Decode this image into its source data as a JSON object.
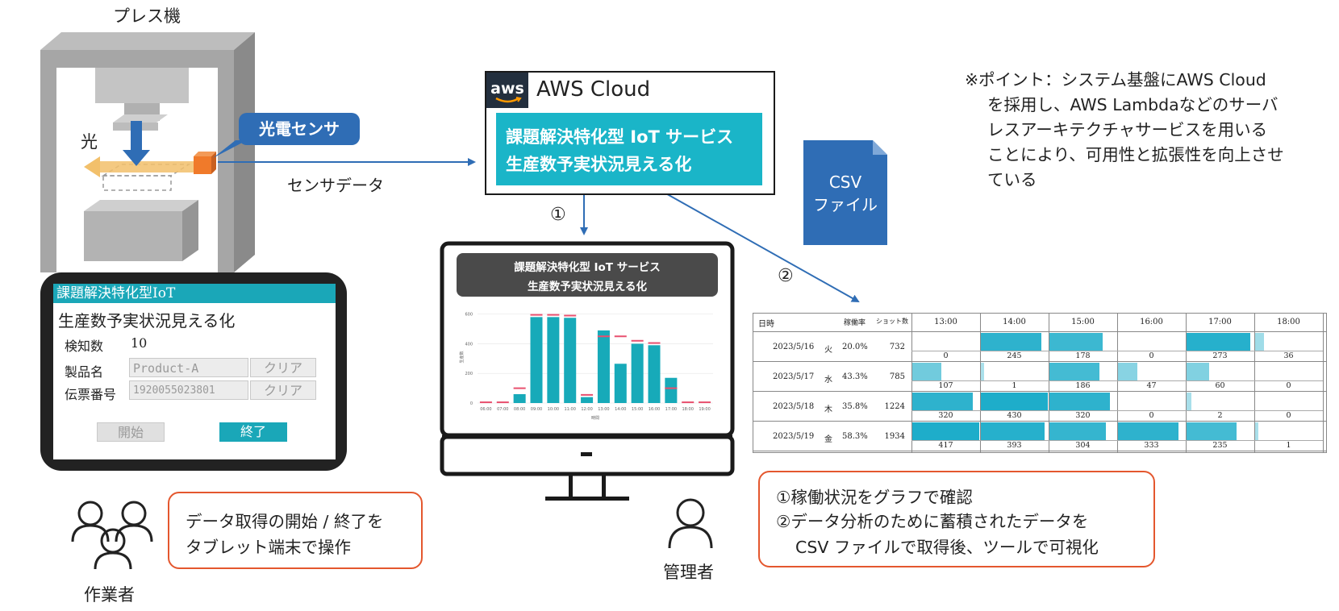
{
  "press": {
    "title": "プレス機",
    "light_label": "光",
    "sensor_label": "光電センサ",
    "sensor_data_label": "センサデータ"
  },
  "aws": {
    "logo_text": "aws",
    "title": "AWS Cloud",
    "service_line1": "課題解決特化型 IoT サービス",
    "service_line2": "生産数予実状況見える化"
  },
  "note": {
    "lines": [
      "※ポイント：システム基盤にAWS Cloud",
      "を採用し、AWS Lambdaなどのサーバ",
      "レスアーキテクチャサービスを用いる",
      "ことにより、可用性と拡張性を向上させ",
      "ている"
    ]
  },
  "csv_file": {
    "line1": "CSV",
    "line2": "ファイル"
  },
  "flow": {
    "step1_marker": "①",
    "step2_marker": "②"
  },
  "tablet": {
    "header": "課題解決特化型IoT",
    "title": "生産数予実状況見える化",
    "detect_label": "検知数",
    "detect_value": "10",
    "product_label": "製品名",
    "product_value": "Product-A",
    "slip_label": "伝票番号",
    "slip_value": "1920055023801",
    "clear_label": "クリア",
    "start_label": "開始",
    "end_label": "終了"
  },
  "worker": {
    "label": "作業者",
    "callout_line1": "データ取得の開始 / 終了を",
    "callout_line2": "タブレット端末で操作"
  },
  "admin": {
    "label": "管理者"
  },
  "monitor": {
    "header_line1": "課題解決特化型 IoT サービス",
    "header_line2": "生産数予実状況見える化"
  },
  "chart_data": {
    "type": "bar",
    "categories": [
      "06:00",
      "07:00",
      "08:00",
      "09:00",
      "10:00",
      "11:00",
      "12:00",
      "13:00",
      "14:00",
      "15:00",
      "16:00",
      "17:00",
      "18:00",
      "19:00"
    ],
    "values": [
      0,
      0,
      60,
      580,
      580,
      575,
      40,
      490,
      265,
      400,
      390,
      170,
      0,
      0
    ],
    "target_values": [
      5,
      5,
      100,
      595,
      595,
      590,
      55,
      450,
      450,
      420,
      405,
      100,
      5,
      5
    ],
    "ylim": [
      0,
      620
    ],
    "yticks": [
      "0",
      "200",
      "400",
      "600"
    ],
    "ylabel": "生産数",
    "xlabel": "時間",
    "colors": {
      "bar": "#17aab9",
      "target": "#e8506f"
    }
  },
  "csv_table": {
    "headers": {
      "date": "日時",
      "rate": "稼働率",
      "shots": "ショット数",
      "hours": [
        "13:00",
        "14:00",
        "15:00",
        "16:00",
        "17:00",
        "18:00"
      ]
    },
    "rows": [
      {
        "date": "2023/5/16",
        "day": "火",
        "rate": "20.0%",
        "shots": "732",
        "counts": [
          "0",
          "245",
          "178",
          "0",
          "273",
          "36"
        ],
        "heat": [
          0,
          0.85,
          0.75,
          0,
          0.9,
          0.1
        ]
      },
      {
        "date": "2023/5/17",
        "day": "水",
        "rate": "43.3%",
        "shots": "785",
        "counts": [
          "107",
          "1",
          "186",
          "47",
          "60",
          "0"
        ],
        "heat": [
          0.4,
          0.02,
          0.7,
          0.25,
          0.3,
          0
        ]
      },
      {
        "date": "2023/5/18",
        "day": "木",
        "rate": "35.8%",
        "shots": "1224",
        "counts": [
          "320",
          "430",
          "320",
          "0",
          "2",
          "0"
        ],
        "heat": [
          0.85,
          0.95,
          0.85,
          0,
          0.04,
          0
        ]
      },
      {
        "date": "2023/5/19",
        "day": "金",
        "rate": "58.3%",
        "shots": "1934",
        "counts": [
          "417",
          "393",
          "304",
          "333",
          "235",
          "1"
        ],
        "heat": [
          0.95,
          0.9,
          0.8,
          0.85,
          0.7,
          0.02
        ]
      }
    ]
  },
  "summary": {
    "line1": "①稼働状況をグラフで確認",
    "line2": "②データ分析のために蓄積されたデータを",
    "line3": "CSV ファイルで取得後、ツールで可視化"
  },
  "colors": {
    "accent": "#1aa7b8",
    "callout_border": "#e4572e",
    "arrow_blue": "#2f6db5",
    "sensor_orange": "#f07a2a",
    "light_gold": "#f2c06b"
  }
}
